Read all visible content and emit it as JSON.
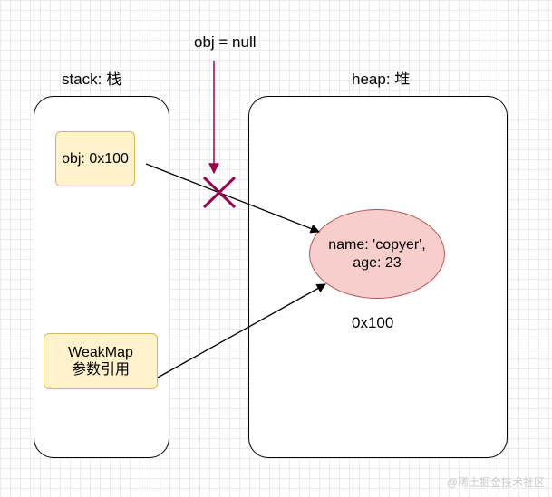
{
  "annotation": {
    "text": "obj = null",
    "color": "#99004d"
  },
  "stack": {
    "title": "stack: 栈",
    "obj_node": "obj: 0x100",
    "weakmap_line1": "WeakMap",
    "weakmap_line2": "参数引用"
  },
  "heap": {
    "title": "heap: 堆",
    "object_line1": "name: 'copyer',",
    "object_line2": "age: 23",
    "address": "0x100"
  },
  "colors": {
    "node_fill": "#fff2cc",
    "node_border": "#d6b656",
    "object_fill": "#f8cecc",
    "object_border": "#b85450",
    "cross": "#99004d"
  },
  "watermark": "@稀土掘金技术社区"
}
